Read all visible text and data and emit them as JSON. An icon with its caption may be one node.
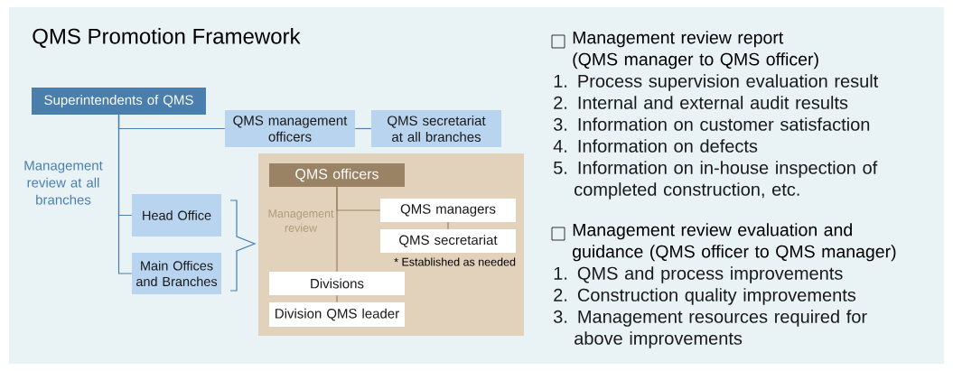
{
  "diagram": {
    "title": "QMS Promotion Framework",
    "nodes": [
      {
        "text": [
          "Superintendents of QMS"
        ]
      },
      {
        "text": [
          "QMS management officers"
        ]
      },
      {
        "text": [
          "QMS secretariat at all branches"
        ]
      },
      {
        "text": [
          "Head Office"
        ]
      },
      {
        "text": [
          "Main Offices and Branches"
        ]
      },
      {
        "text": [],
        "shape": "box"
      },
      {
        "text": [
          "QMS officers"
        ],
        "in": 5
      },
      {
        "text": [
          "QMS managers"
        ],
        "in": 5
      },
      {
        "text": [
          "QMS secretariat"
        ],
        "in": 5,
        "beside": [
          "* Established as needed"
        ]
      },
      {
        "text": [
          "Divisions"
        ],
        "in": 5
      },
      {
        "text": [
          "Division QMS leader"
        ],
        "in": 5
      }
    ],
    "edges": [
      {
        "from": 0,
        "to": 1,
        "arrow": "none",
        "color": "#4a7fad"
      },
      {
        "from": 1,
        "to": 2,
        "arrow": "none",
        "color": "#4a7fad"
      },
      {
        "from": 0,
        "to": 3,
        "arrow": "none",
        "color": "#4a7fad"
      },
      {
        "from": 0,
        "to": 4,
        "arrow": "none",
        "color": "#4a7fad"
      },
      {
        "from": 6,
        "to": 7,
        "arrow": "none",
        "color": "#9a8264"
      },
      {
        "from": 7,
        "to": 8,
        "arrow": "none",
        "color": "#9a8264"
      },
      {
        "from": 6,
        "to": 9,
        "arrow": "none",
        "color": "#9a8264"
      },
      {
        "from": 9,
        "to": 10,
        "arrow": "none",
        "color": "#9a8264"
      }
    ],
    "labels": [
      "Management review at all branches",
      "Management review",
      "Management review report (QMS manager to QMS officer)",
      "1. Process supervision evaluation result",
      "2. Internal and external audit results",
      "3. Information on customer satisfaction",
      "4. Information on defects",
      "5. Information on in-house inspection of completed construction, etc.",
      "Management review evaluation and guidance (QMS officer to QMS manager)",
      "1. QMS and process improvements",
      "2. Construction quality improvements",
      "3. Management resources required for above improvements"
    ]
  }
}
